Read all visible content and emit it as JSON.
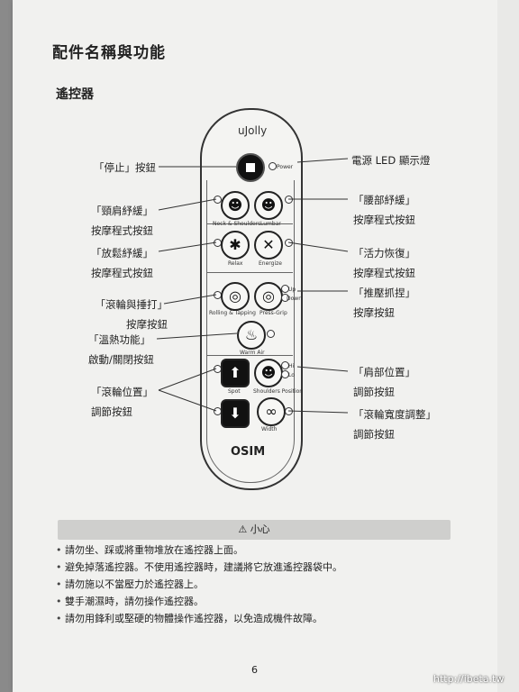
{
  "title": "配件名稱與功能",
  "section": "遙控器",
  "remote": {
    "brand": "uJolly",
    "power_label": "Power",
    "neck_label": "Neck & Shoulders",
    "lumbar_label": "Lumbar",
    "relax_label": "Relax",
    "energize_label": "Energize",
    "rolling_label": "Rolling & Tapping",
    "press_label": "Press-Grip",
    "up_label": "Up",
    "down_label": "Down",
    "warm_label": "Warm Air",
    "spot_label": "Spot",
    "shoulder_pos_label": "Shoulders Position",
    "hi_label": "Hi",
    "lo_label": "Lo",
    "width_label": "Width",
    "logo": "OSIM"
  },
  "callouts": {
    "stop": "「停止」按鈕",
    "power_led": "電源 LED 顯示燈",
    "neck_l1": "「頸肩紓緩」",
    "neck_l2": "按摩程式按鈕",
    "lumbar_l1": "「腰部紓緩」",
    "lumbar_l2": "按摩程式按鈕",
    "relax_l1": "「放鬆紓緩」",
    "relax_l2": "按摩程式按鈕",
    "energize_l1": "「活力恢復」",
    "energize_l2": "按摩程式按鈕",
    "rolling_l1": "「滾輪與捶打」",
    "rolling_l2": "按摩按鈕",
    "press_l1": "「推壓抓捏」",
    "press_l2": "按摩按鈕",
    "warm_l1": "「溫熱功能」",
    "warm_l2": "啟動/關閉按鈕",
    "roller_pos_l1": "「滾輪位置」",
    "roller_pos_l2": "調節按鈕",
    "shoulder_l1": "「肩部位置」",
    "shoulder_l2": "調節按鈕",
    "width_l1": "「滾輪寬度調整」",
    "width_l2": "調節按鈕"
  },
  "caution": {
    "title": "小心",
    "items": [
      "請勿坐、踩或將重物堆放在遙控器上面。",
      "避免掉落遙控器。不使用遙控器時，建議將它放進遙控器袋中。",
      "請勿施以不當壓力於遙控器上。",
      "雙手潮濕時，請勿操作遙控器。",
      "請勿用鋒利或堅硬的物體操作遙控器，以免造成機件故障。"
    ]
  },
  "page_number": "6",
  "watermark": "http://ibeta.tw",
  "icons": [
    "warning-icon",
    "stop-icon",
    "arrow-up-icon",
    "arrow-down-icon"
  ]
}
